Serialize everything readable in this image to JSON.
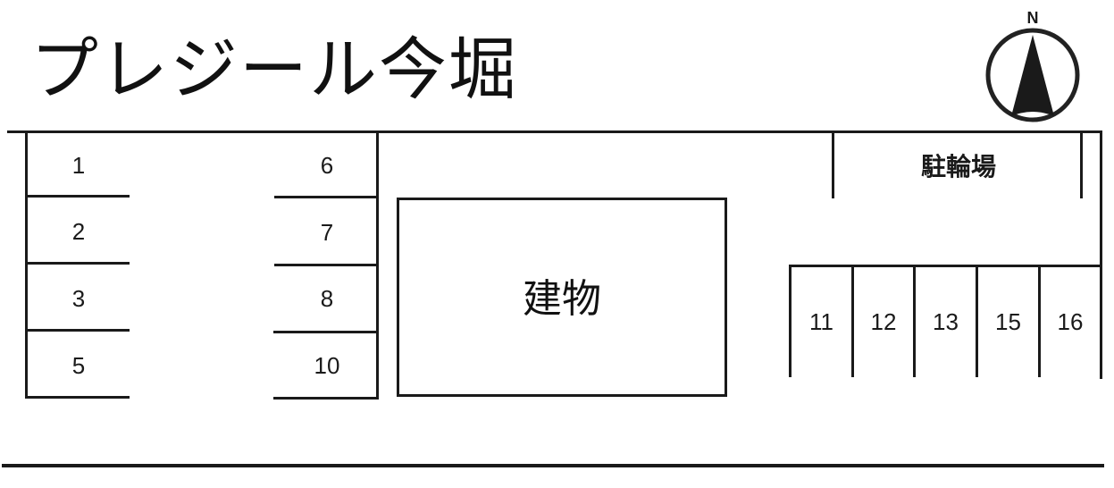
{
  "title": "プレジール今堀",
  "compass": {
    "label": "N"
  },
  "building": {
    "label": "建物"
  },
  "bicycle_parking": {
    "label": "駐輪場"
  },
  "parking_left_column": [
    "1",
    "2",
    "3",
    "5"
  ],
  "parking_middle_column": [
    "6",
    "7",
    "8",
    "10"
  ],
  "parking_right_row": [
    "11",
    "12",
    "13",
    "15",
    "16"
  ],
  "colors": {
    "line": "#1a1a1a",
    "background": "#ffffff"
  }
}
